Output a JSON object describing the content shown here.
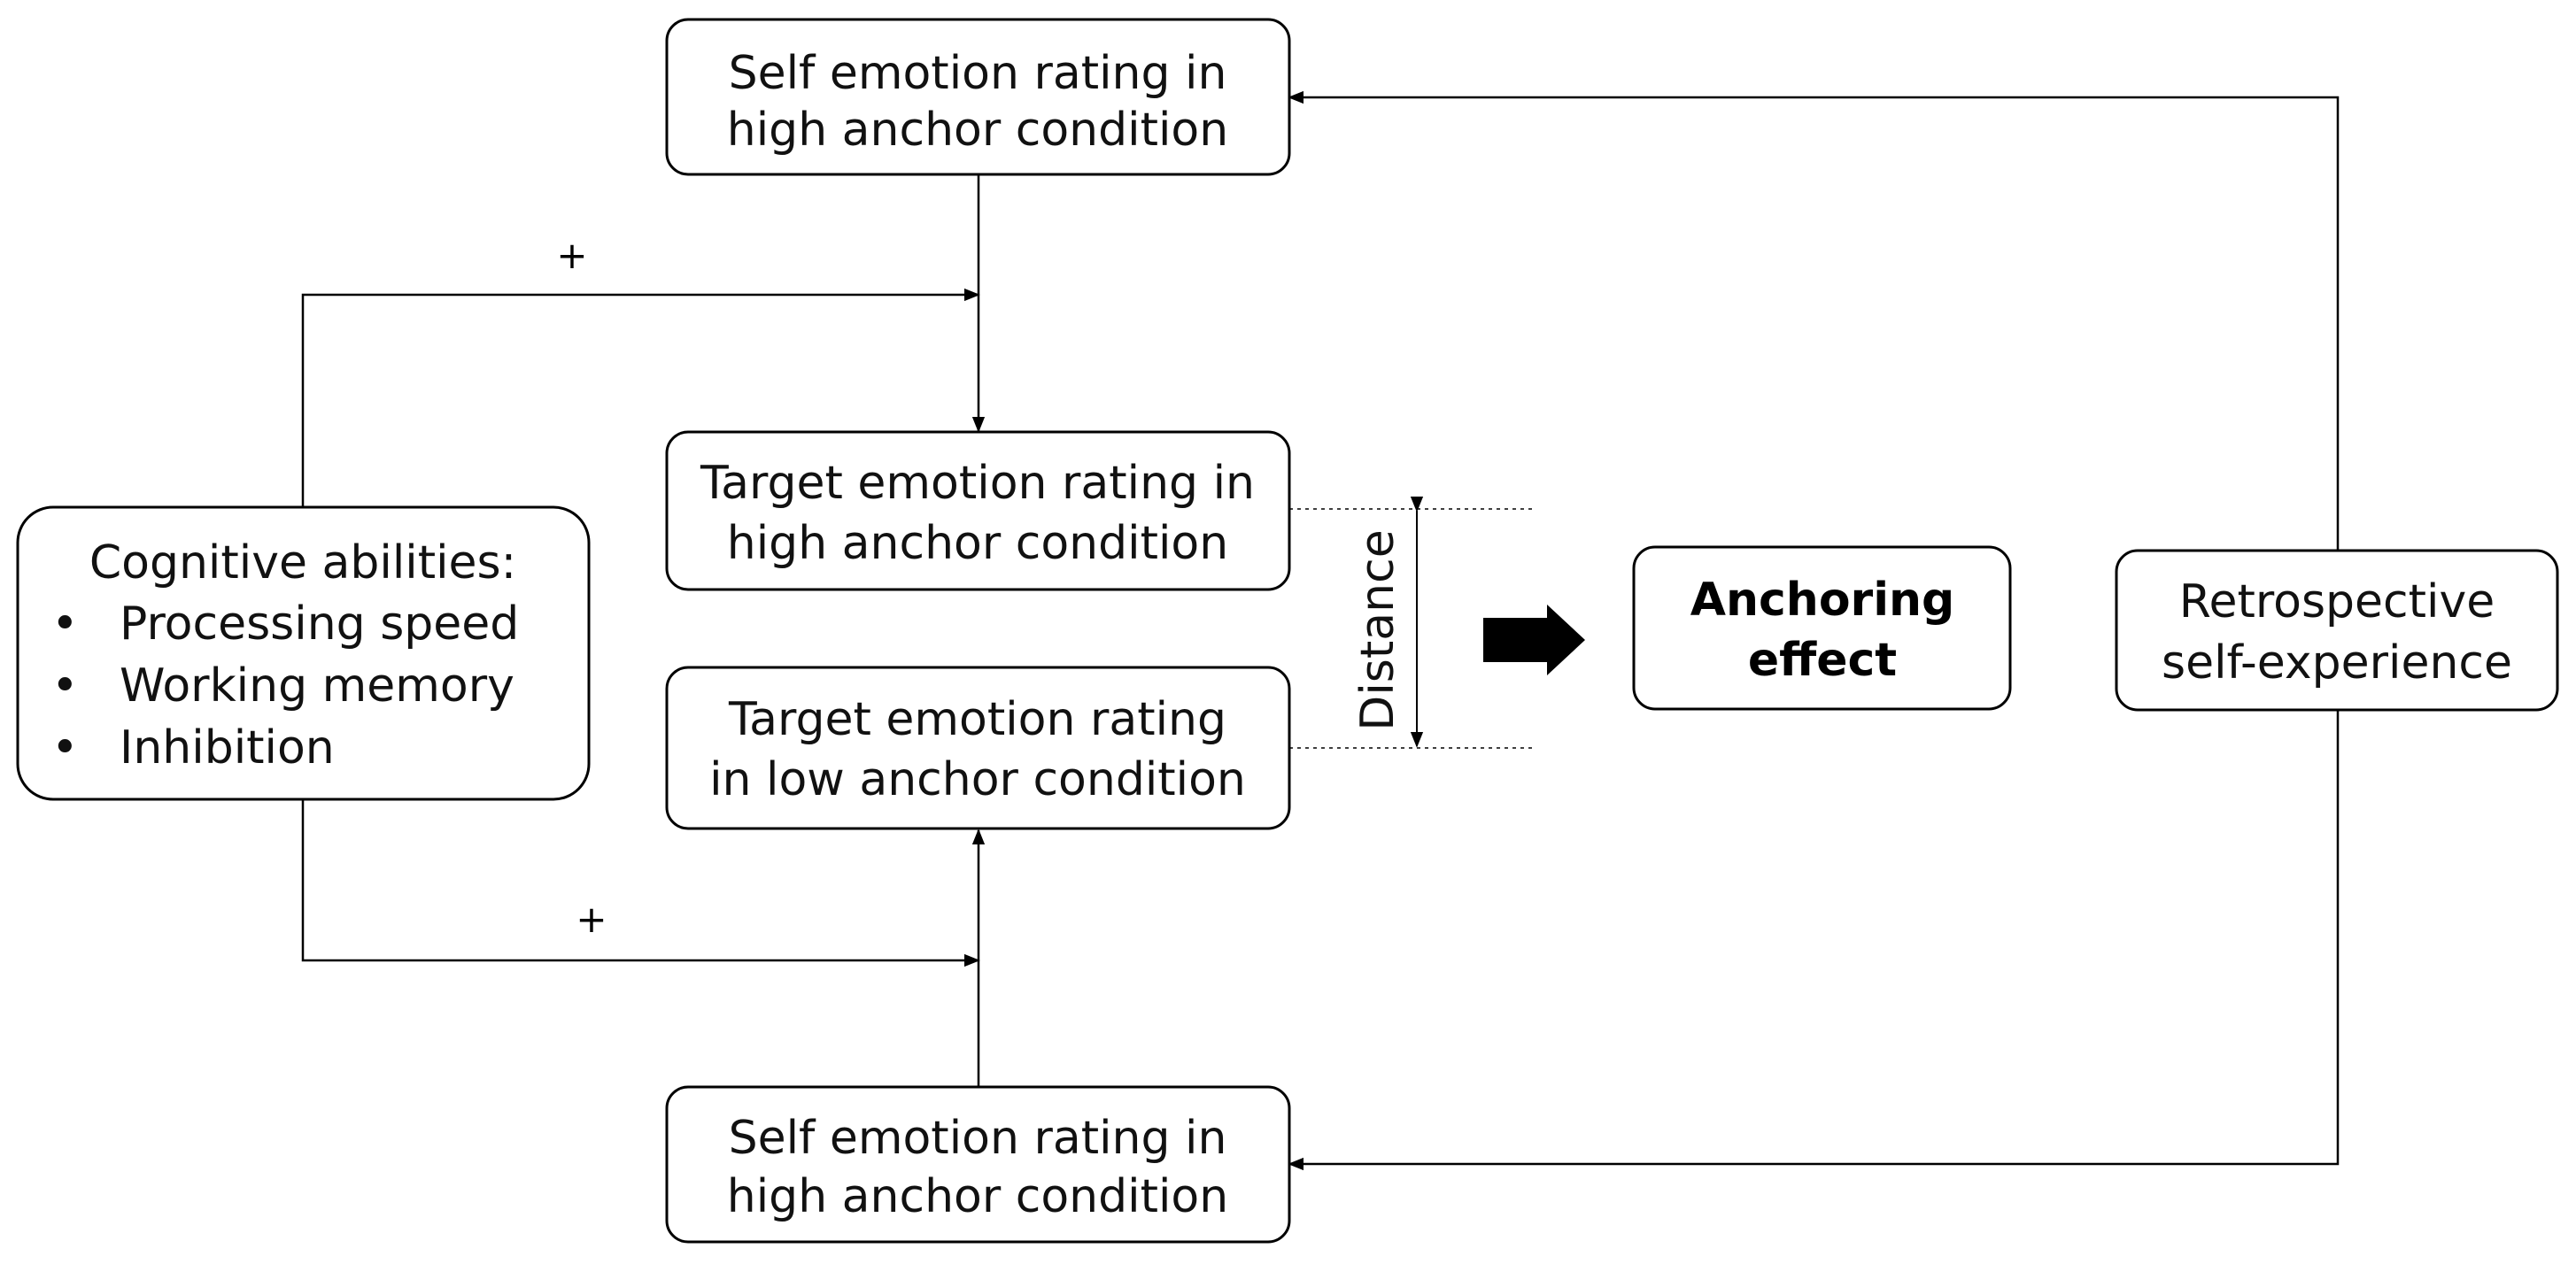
{
  "boxes": {
    "self_high_top": {
      "line1": "Self emotion rating in",
      "line2": "high anchor condition"
    },
    "target_high": {
      "line1": "Target emotion rating in",
      "line2": "high anchor condition"
    },
    "target_low": {
      "line1": "Target emotion rating",
      "line2": "in low anchor condition"
    },
    "self_high_bottom": {
      "line1": "Self emotion rating in",
      "line2": "high anchor condition"
    },
    "cognitive": {
      "title": "Cognitive abilities:",
      "bullet": "•",
      "items": [
        "Processing speed",
        "Working memory",
        "Inhibition"
      ]
    },
    "anchoring": {
      "line1": "Anchoring",
      "line2": "effect"
    },
    "retrospective": {
      "line1": "Retrospective",
      "line2": "self-experience"
    }
  },
  "labels": {
    "distance": "Distance",
    "plus_top": "+",
    "plus_bottom": "+"
  }
}
